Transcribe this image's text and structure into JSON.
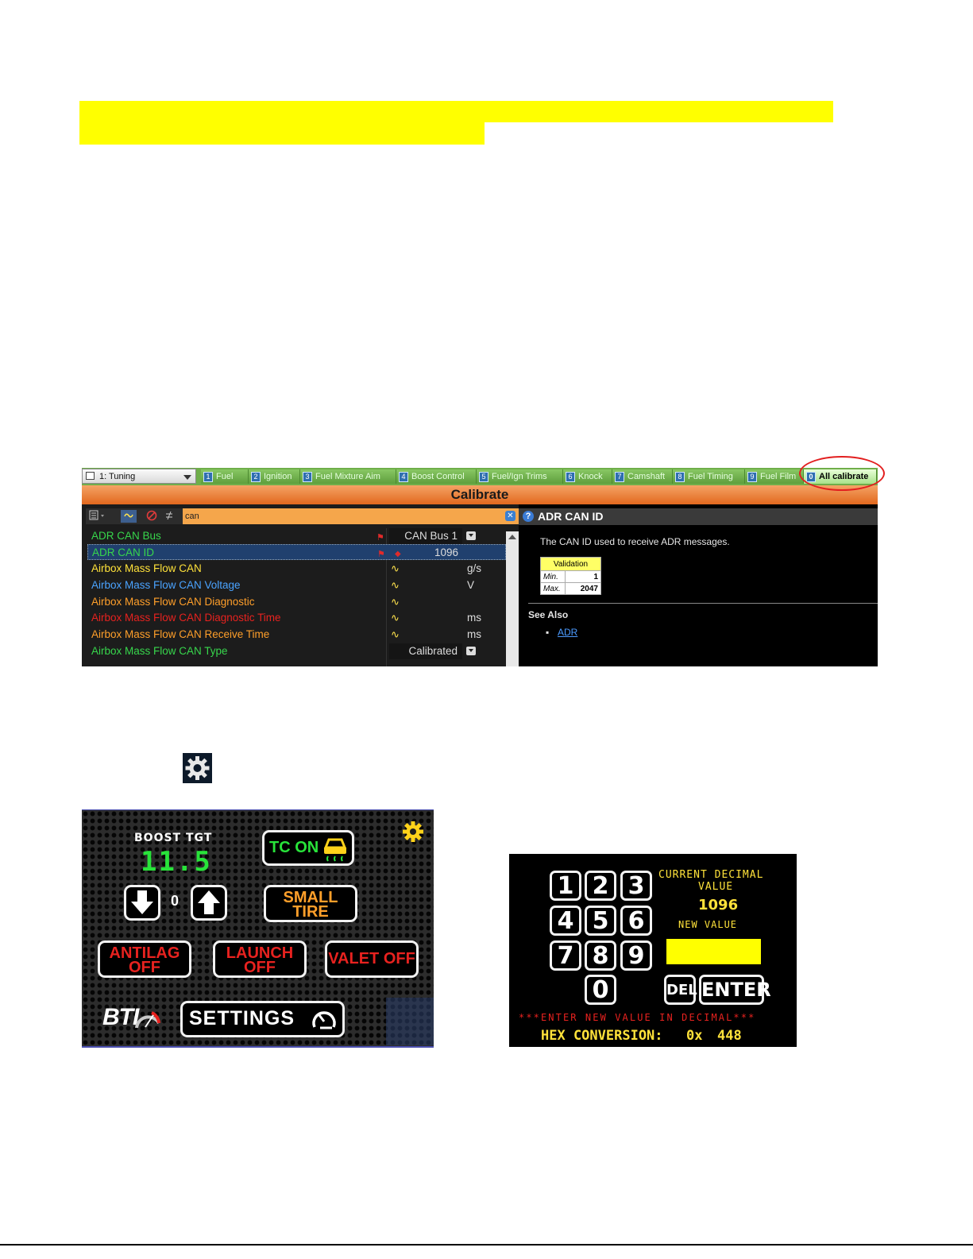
{
  "calibrate": {
    "workspace": "1: Tuning",
    "tabs": [
      {
        "num": "1",
        "label": "Fuel"
      },
      {
        "num": "2",
        "label": "Ignition"
      },
      {
        "num": "3",
        "label": "Fuel Mixture Aim"
      },
      {
        "num": "4",
        "label": "Boost Control"
      },
      {
        "num": "5",
        "label": "Fuel/Ign Trims"
      },
      {
        "num": "6",
        "label": "Knock"
      },
      {
        "num": "7",
        "label": "Camshaft"
      },
      {
        "num": "8",
        "label": "Fuel Timing"
      },
      {
        "num": "9",
        "label": "Fuel Film"
      },
      {
        "num": "0",
        "label": "All calibrate"
      }
    ],
    "title": "Calibrate",
    "search": "can",
    "rows": [
      {
        "name": "ADR CAN Bus",
        "value": "CAN Bus 1",
        "unit": "",
        "color": "#37d64c"
      },
      {
        "name": "ADR CAN ID",
        "value": "1096",
        "unit": "",
        "color": "#37d64c"
      },
      {
        "name": "Airbox Mass Flow CAN",
        "value": "",
        "unit": "g/s",
        "color": "#ffe23a"
      },
      {
        "name": "Airbox Mass Flow CAN Voltage",
        "value": "",
        "unit": "V",
        "color": "#4aa3ff"
      },
      {
        "name": "Airbox Mass Flow CAN Diagnostic",
        "value": "",
        "unit": "",
        "color": "#ff9f2a"
      },
      {
        "name": "Airbox Mass Flow CAN Diagnostic Time",
        "value": "",
        "unit": "ms",
        "color": "#e8221f"
      },
      {
        "name": "Airbox Mass Flow CAN Receive Time",
        "value": "",
        "unit": "ms",
        "color": "#ff9f2a"
      },
      {
        "name": "Airbox Mass Flow CAN Type",
        "value": "Calibrated",
        "unit": "",
        "color": "#37d64c"
      }
    ],
    "help": {
      "title": "ADR CAN ID",
      "description": "The CAN ID used to receive ADR messages.",
      "validation_header": "Validation",
      "min_label": "Min.",
      "min_value": "1",
      "max_label": "Max.",
      "max_value": "2047",
      "see_also": "See Also",
      "link": "ADR"
    }
  },
  "dash": {
    "boost_label": "BOOST TGT",
    "boost_value": "11.5",
    "step_value": "0",
    "tc_label": "TC ON",
    "small_tire": [
      "SMALL",
      "TIRE"
    ],
    "antilag": [
      "ANTILAG",
      "OFF"
    ],
    "launch": [
      "LAUNCH",
      "OFF"
    ],
    "valet": "VALET OFF",
    "brand": "BTI",
    "settings": "SETTINGS"
  },
  "keypad": {
    "keys": [
      "1",
      "2",
      "3",
      "4",
      "5",
      "6",
      "7",
      "8",
      "9",
      "0"
    ],
    "current_label_1": "CURRENT DECIMAL",
    "current_label_2": "VALUE",
    "current_value": "1096",
    "new_label": "NEW VALUE",
    "del": "DEL",
    "enter": "ENTER",
    "instruction": "***ENTER NEW VALUE IN DECIMAL***",
    "hex_label": "HEX CONVERSION:",
    "hex_prefix": "0x",
    "hex_value": "448"
  },
  "colors": {
    "highlight": "#ffff00",
    "tab_green": "#6fae4a",
    "title_orange": "#e2681e",
    "dash_green": "#28e33a",
    "dash_red": "#e8221f",
    "dash_orange": "#ff9f2a",
    "pad_yellow": "#ffe23a"
  }
}
